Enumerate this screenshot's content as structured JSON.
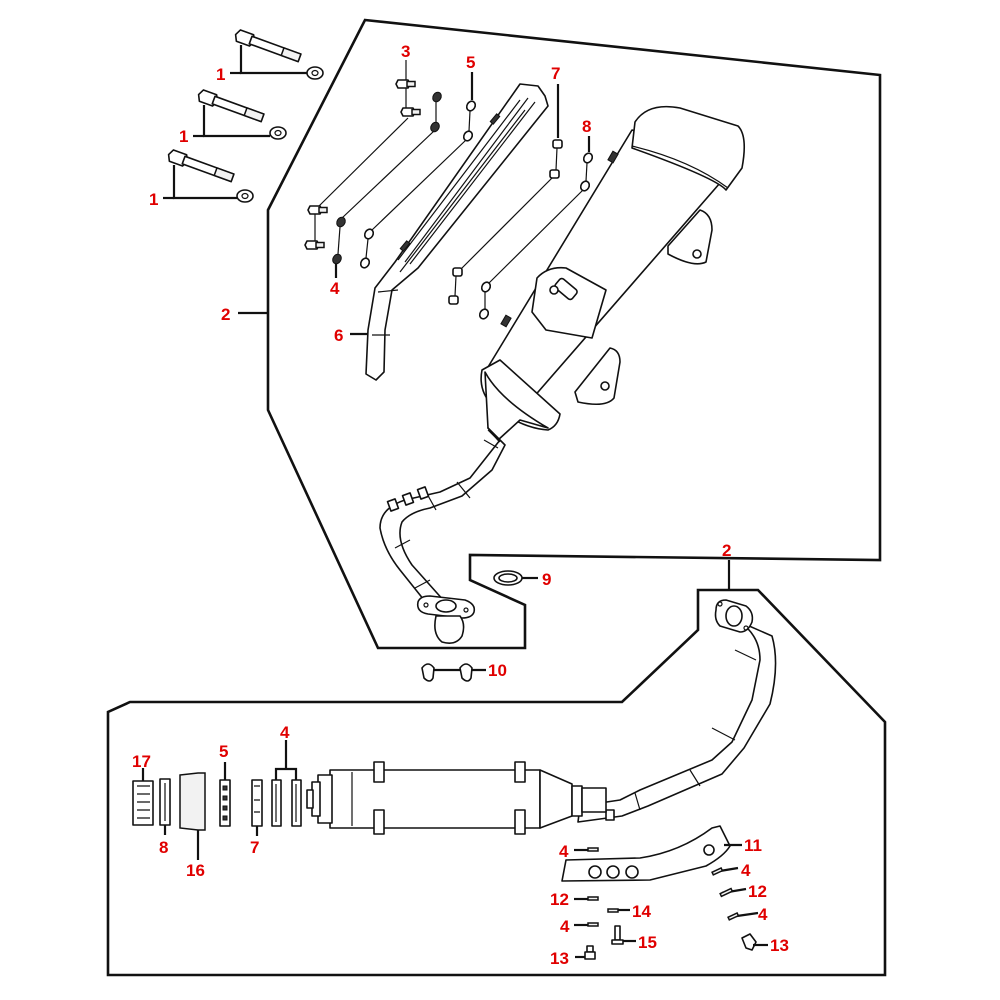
{
  "diagram": {
    "title": "Exhaust system exploded parts diagram",
    "label_color": "#e00000",
    "line_color": "#111111",
    "background": "#ffffff",
    "upper_group": {
      "labels": [
        {
          "num": "1",
          "part": "bolt-washer-set-a"
        },
        {
          "num": "1",
          "part": "bolt-washer-set-b"
        },
        {
          "num": "1",
          "part": "bolt-washer-set-c"
        },
        {
          "num": "2",
          "part": "muffler-assembly"
        },
        {
          "num": "3",
          "part": "heat-shield-bolt"
        },
        {
          "num": "4",
          "part": "rubber-grommet"
        },
        {
          "num": "5",
          "part": "washer"
        },
        {
          "num": "6",
          "part": "heat-shield"
        },
        {
          "num": "7",
          "part": "collar"
        },
        {
          "num": "8",
          "part": "washer-small"
        },
        {
          "num": "9",
          "part": "exhaust-gasket"
        },
        {
          "num": "10",
          "part": "flange-nuts"
        }
      ]
    },
    "lower_group": {
      "labels": [
        {
          "num": "2",
          "part": "muffler-assembly"
        },
        {
          "num": "4",
          "part": "grommet"
        },
        {
          "num": "5",
          "part": "washer"
        },
        {
          "num": "7",
          "part": "collar"
        },
        {
          "num": "8",
          "part": "washer-small"
        },
        {
          "num": "16",
          "part": "heat-shield-cover"
        },
        {
          "num": "17",
          "part": "rubber-mount-set"
        },
        {
          "num": "11",
          "part": "pipe-protector"
        },
        {
          "num": "4",
          "part": "grommet-right-1"
        },
        {
          "num": "12",
          "part": "spacer-right"
        },
        {
          "num": "4",
          "part": "grommet-right-2"
        },
        {
          "num": "13",
          "part": "screw-right"
        },
        {
          "num": "4",
          "part": "grommet-left-1"
        },
        {
          "num": "12",
          "part": "spacer-left"
        },
        {
          "num": "14",
          "part": "pin"
        },
        {
          "num": "4",
          "part": "grommet-left-2"
        },
        {
          "num": "15",
          "part": "bolt"
        },
        {
          "num": "13",
          "part": "screw-left"
        }
      ]
    }
  }
}
